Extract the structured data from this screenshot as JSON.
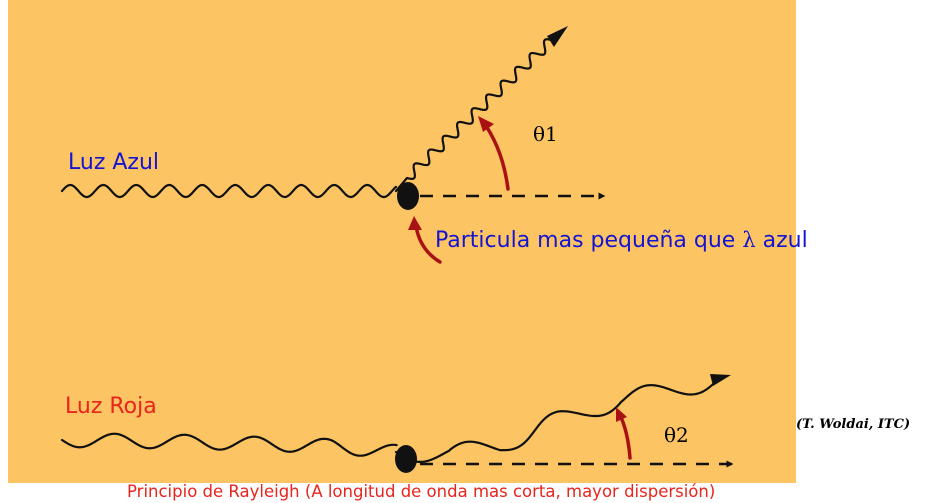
{
  "colors": {
    "panel_background": "#fcc463",
    "blue_text": "#1414d2",
    "red_text": "#e8241c",
    "arc": "#a81214",
    "line": "#111111"
  },
  "labels": {
    "blue_light": "Luz Azul",
    "red_light": "Luz Roja",
    "particle_prefix": "Particula mas pequeña que ",
    "particle_symbol": "λ",
    "particle_suffix": " azul",
    "theta1_symbol": "θ",
    "theta1_index": "1",
    "theta2_symbol": "θ",
    "theta2_index": "2",
    "credit": "(T. Woldai, ITC)",
    "caption": "Principio de Rayleigh (A longitud de onda mas corta, mayor dispersión)"
  }
}
